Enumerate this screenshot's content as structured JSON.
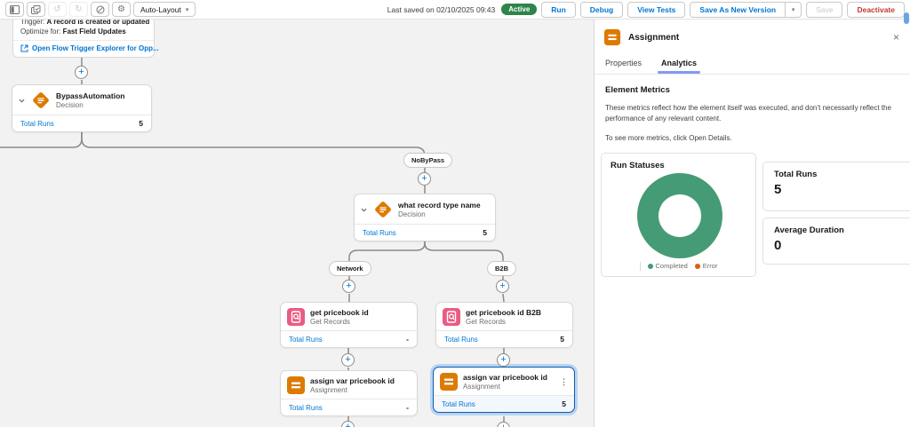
{
  "toolbar": {
    "auto_layout_label": "Auto-Layout",
    "icons": [
      "panel-toggle-icon",
      "copy-elements-icon",
      "undo-icon",
      "redo-icon",
      "ban-icon",
      "gear-icon"
    ]
  },
  "header": {
    "last_saved": "Last saved on 02/10/2025 09:43",
    "status_badge": "Active",
    "run_label": "Run",
    "debug_label": "Debug",
    "view_tests_label": "View Tests",
    "save_as_new_label": "Save As New Version",
    "save_label": "Save",
    "deactivate_label": "Deactivate"
  },
  "glyphs": {
    "gear": "⚙",
    "undo": "↺",
    "redo": "↻",
    "caret": "▾",
    "plus": "+",
    "dots": "⋮",
    "close": "×"
  },
  "canvas": {
    "trigger_card": {
      "trigger_label": "Trigger:",
      "trigger_value": "A record is created or updated",
      "optimize_label": "Optimize for:",
      "optimize_value": "Fast Field Updates",
      "link": "Open Flow Trigger Explorer for Opp..."
    },
    "labels": {
      "nobypass": "NoByPass",
      "network": "Network",
      "b2b": "B2B"
    },
    "total_runs_label": "Total Runs",
    "nodes": [
      {
        "title": "BypassAutomation",
        "type": "Decision",
        "runs": "5"
      },
      {
        "title": "what record type name",
        "type": "Decision",
        "runs": "5"
      },
      {
        "title": "get pricebook id",
        "type": "Get Records",
        "runs": "-"
      },
      {
        "title": "get pricebook id B2B",
        "type": "Get Records",
        "runs": "5"
      },
      {
        "title": "assign var pricebook id",
        "type": "Assignment",
        "runs": "-"
      },
      {
        "title": "assign var pricebook id",
        "type": "Assignment",
        "runs": "5"
      }
    ]
  },
  "panel": {
    "title": "Assignment",
    "tabs": {
      "properties": "Properties",
      "analytics": "Analytics"
    },
    "active_tab": "Analytics",
    "section_title": "Element Metrics",
    "description": "These metrics reflect how the element itself was executed, and don’t necessarily reflect the performance of any relevant content.",
    "more_metrics": "To see more metrics, click Open Details.",
    "metrics": {
      "run_statuses_title": "Run Statuses",
      "total_runs_label": "Total Runs",
      "total_runs_value": "5",
      "average_duration_label": "Average Duration",
      "average_duration_value": "0",
      "legend_completed": "Completed",
      "legend_error": "Error"
    }
  },
  "chart_data": {
    "type": "pie",
    "title": "Run Statuses",
    "labels": [
      "Completed",
      "Error"
    ],
    "values": [
      5,
      0
    ],
    "colors": [
      "#469b77",
      "#d9600f"
    ],
    "legend_position": "bottom",
    "donut": true
  },
  "colors": {
    "accent_blue": "#0176d3",
    "active_green": "#2e844a",
    "decision_orange": "#dd7a01",
    "assignment_orange": "#dd7a01",
    "get_records_pink": "#ea5b82",
    "donut_green": "#469b77",
    "error_orange": "#d9600f",
    "danger_red": "#c23934",
    "tab_underline": "#849bf5",
    "canvas_bg": "#f3f2f2"
  }
}
